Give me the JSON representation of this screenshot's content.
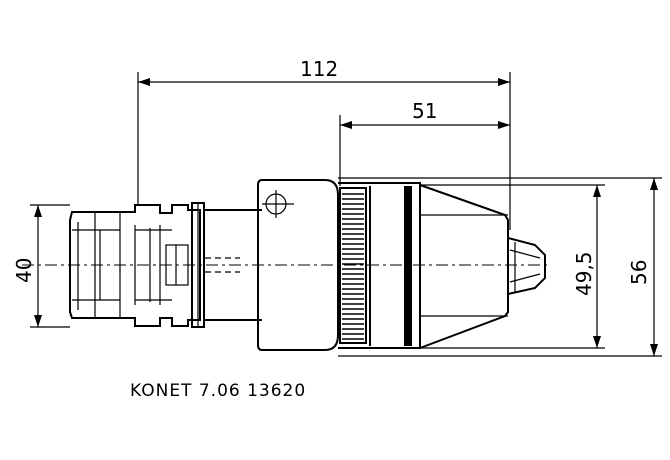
{
  "dimensions": {
    "overall_length": "112",
    "chuck_length": "51",
    "shank_diameter": "40",
    "chuck_diameter": "49,5",
    "body_diameter": "56"
  },
  "caption": "KONET 7.06 13620"
}
